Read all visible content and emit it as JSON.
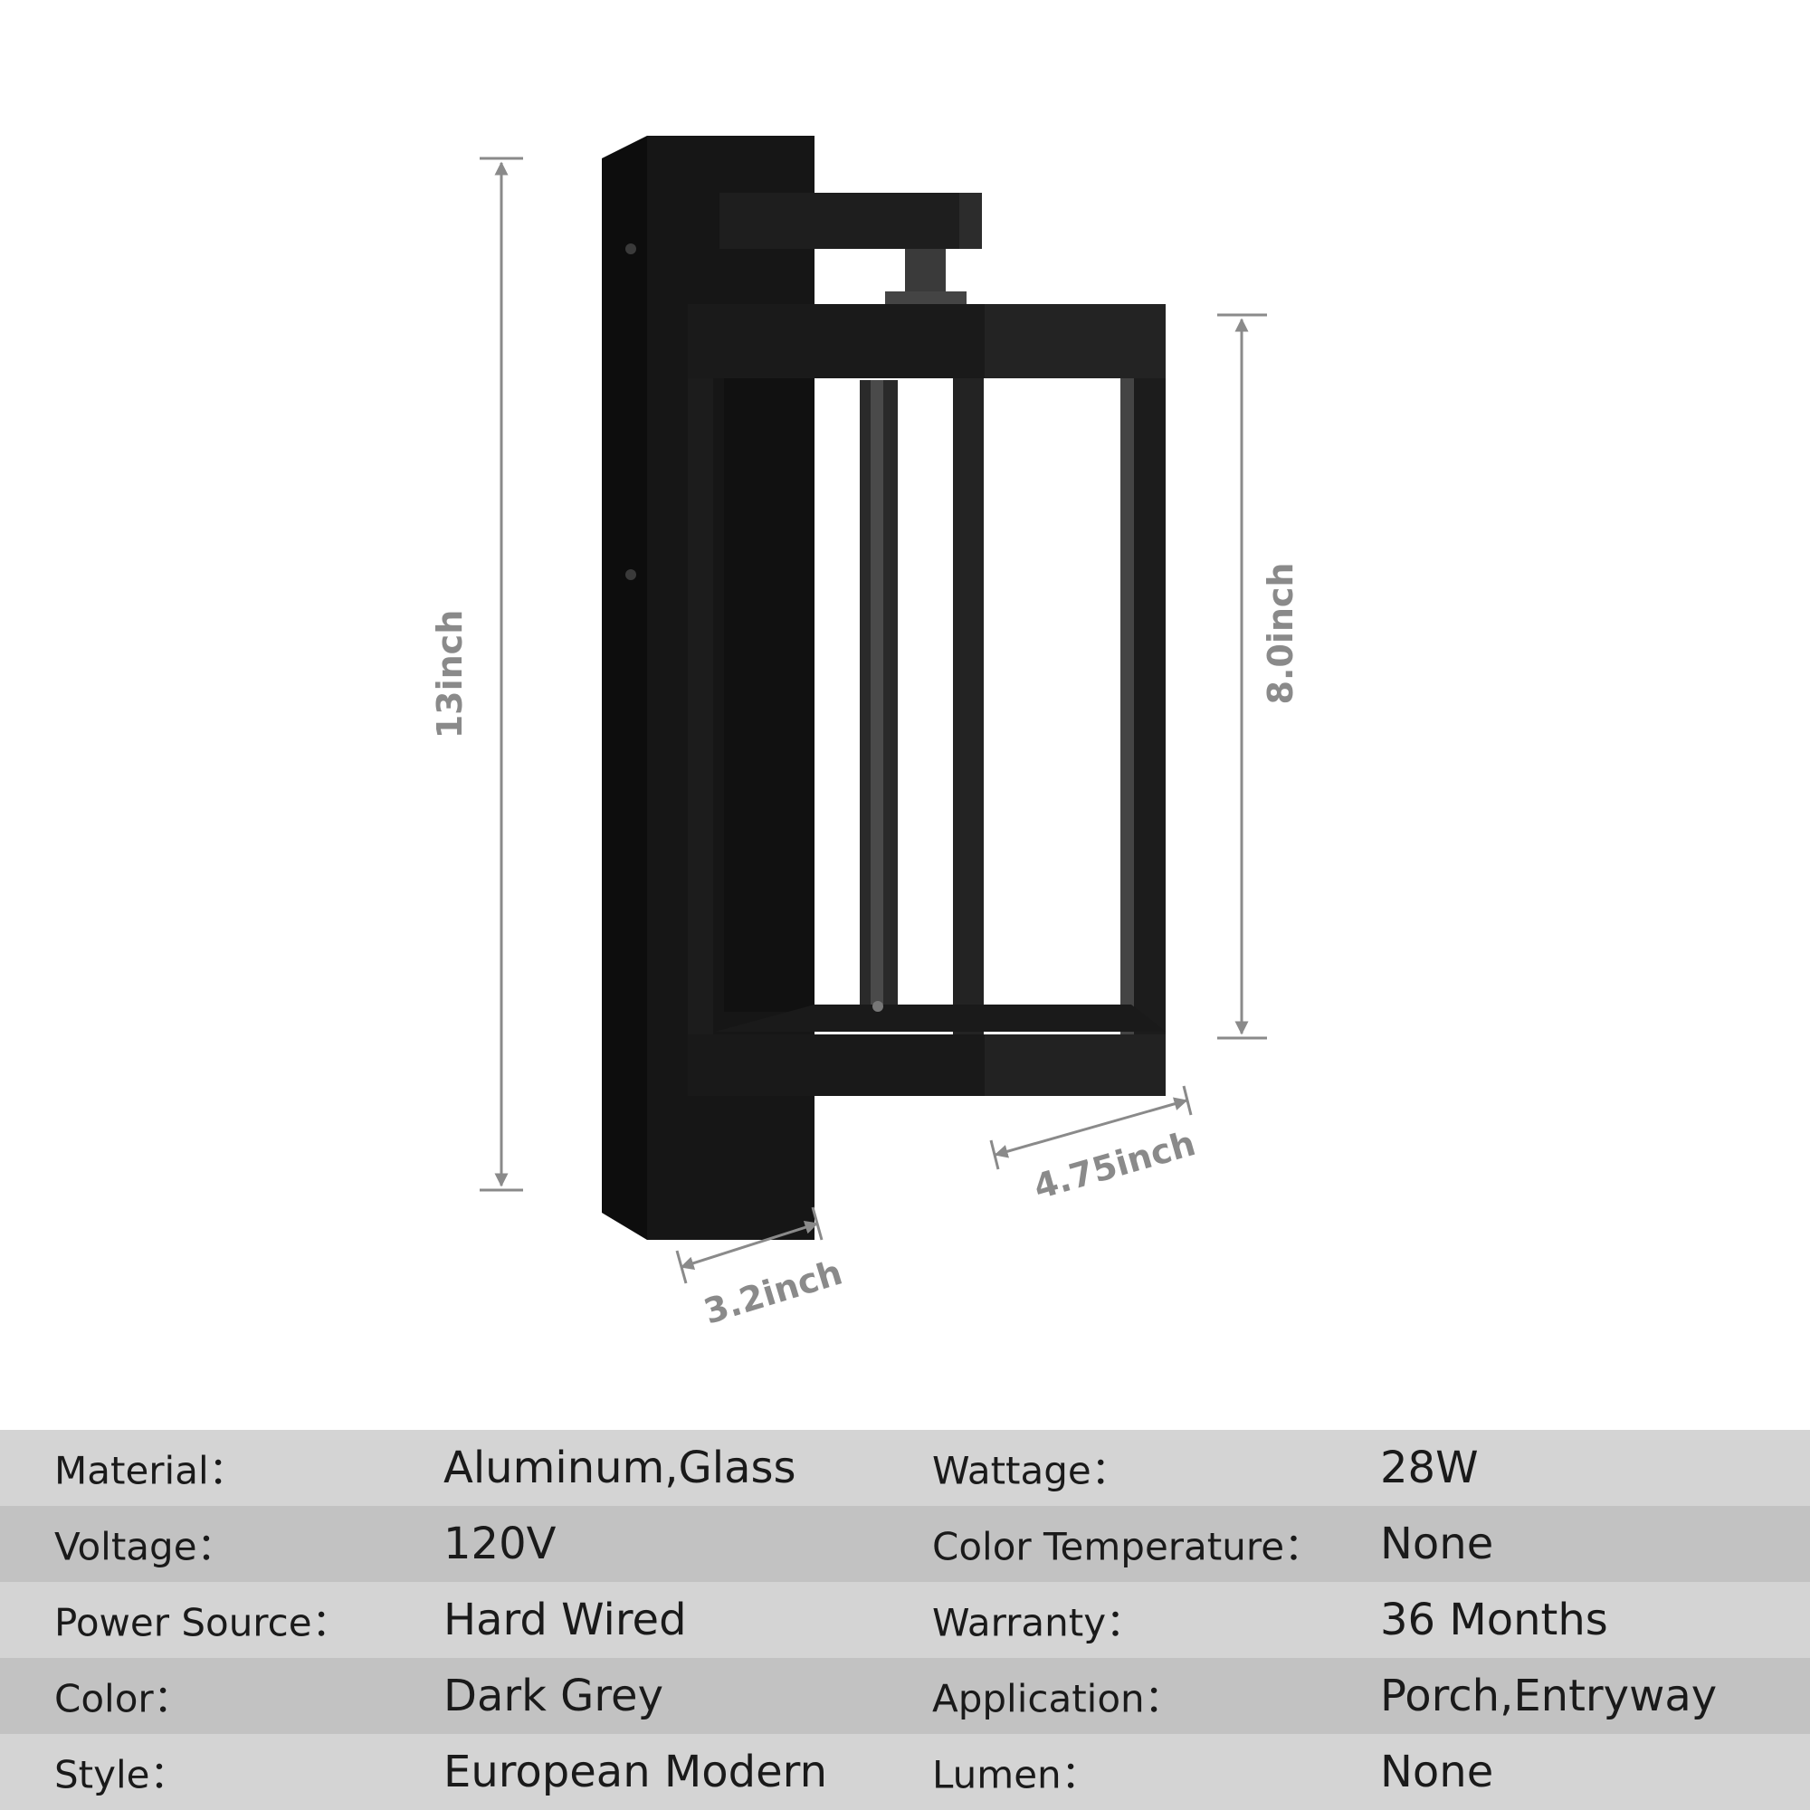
{
  "dimensions": {
    "height_total": "13inch",
    "shade_height": "8.0inch",
    "shade_width": "4.75inch",
    "backplate_depth": "3.2inch"
  },
  "specs": [
    {
      "label1": "Material：",
      "value1": "Aluminum,Glass",
      "label2": "Wattage：",
      "value2": "28W"
    },
    {
      "label1": "Voltage：",
      "value1": "120V",
      "label2": "Color Temperature：",
      "value2": "None"
    },
    {
      "label1": "Power Source：",
      "value1": "Hard Wired",
      "label2": "Warranty：",
      "value2": "36 Months"
    },
    {
      "label1": "Color：",
      "value1": "Dark Grey",
      "label2": "Application：",
      "value2": "Porch,Entryway"
    },
    {
      "label1": "Style：",
      "value1": "European Modern",
      "label2": "Lumen：",
      "value2": "None"
    }
  ]
}
